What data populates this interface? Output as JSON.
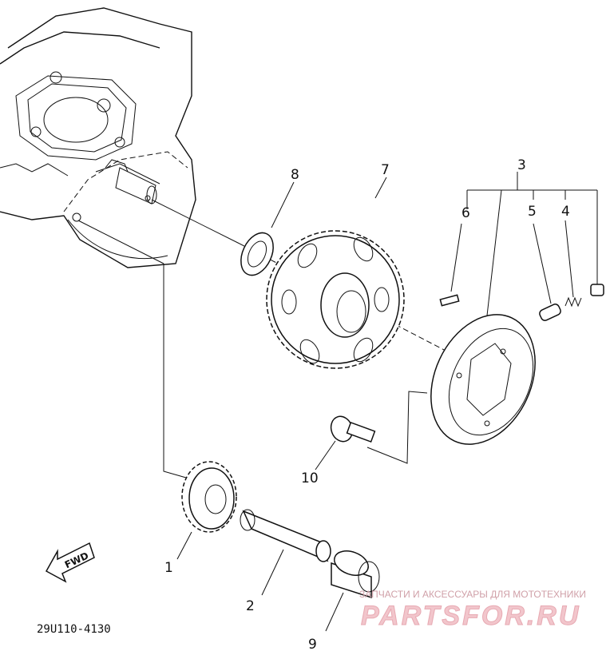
{
  "diagram": {
    "part_labels": {
      "p1": "1",
      "p2": "2",
      "p3": "3",
      "p4": "4",
      "p5": "5",
      "p6": "6",
      "p7": "7",
      "p8": "8",
      "p9": "9",
      "p10": "10"
    },
    "fwd_label": "FWD",
    "diagram_code": "29U110-4130",
    "watermark": {
      "tagline": "ЗАПЧАСТИ И АКСЕССУАРЫ ДЛЯ МОТОТЕХНИКИ",
      "logo": "PARTSFOR.RU"
    }
  }
}
